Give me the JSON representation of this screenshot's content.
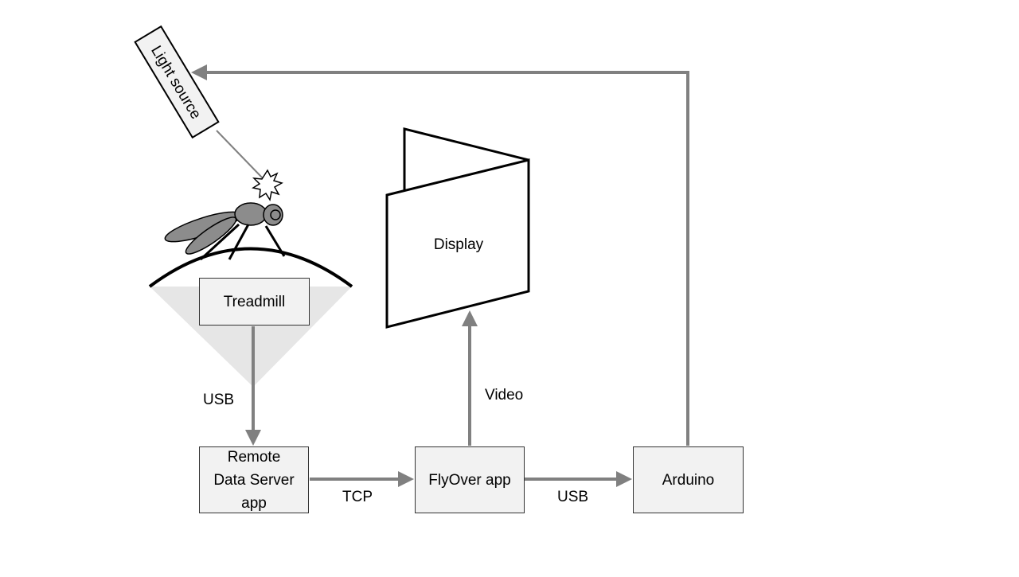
{
  "nodes": {
    "light_source": "Light source",
    "display": "Display",
    "treadmill": "Treadmill",
    "remote_server": [
      "Remote",
      "Data Server",
      "app"
    ],
    "flyover": "FlyOver app",
    "arduino": "Arduino"
  },
  "edges": {
    "treadmill_to_server": "USB",
    "server_to_flyover": "TCP",
    "flyover_to_display": "Video",
    "flyover_to_arduino": "USB"
  },
  "colors": {
    "arrow": "#808080",
    "box_fill": "#f2f2f2",
    "box_border": "#333333",
    "cone_fill": "#e6e6e6",
    "fly_body": "#8c8c8c"
  }
}
